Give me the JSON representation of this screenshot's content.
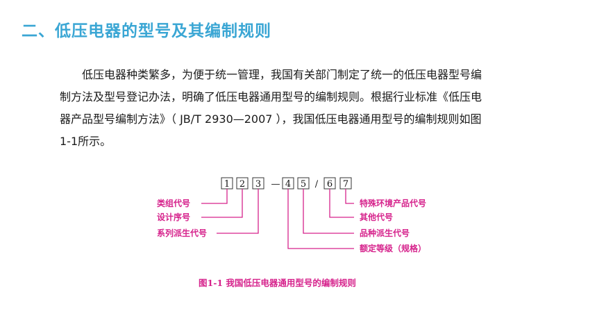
{
  "heading": "二、低压电器的型号及其编制规则",
  "paragraph": {
    "line1": "低压电器种类繁多，为便于统一管理，我国有关部门制定了统一的低压电器型号编",
    "line2": "制方法及型号登记办法，明确了低压电器通用型号的编制规则。根据行业标准《低压电",
    "line3": "器产品型号编制方法》（ JB/T 2930—2007 ），我国低压电器通用型号的编制规则如图",
    "line4": "1-1所示。"
  },
  "figure": {
    "boxes": [
      "1",
      "2",
      "3",
      "4",
      "5",
      "6",
      "7"
    ],
    "dash": "—",
    "slash": "/",
    "labels_left": [
      "类组代号",
      "设计序号",
      "系列派生代号"
    ],
    "labels_right": [
      "特殊环境产品代号",
      "其他代号",
      "品种派生代号",
      "额定等级（规格）"
    ],
    "caption": "图1-1  我国低压电器通用型号的编制规则",
    "colors": {
      "label": "#d6238c",
      "box_border": "#333333",
      "heading": "#3aa6d4"
    }
  }
}
